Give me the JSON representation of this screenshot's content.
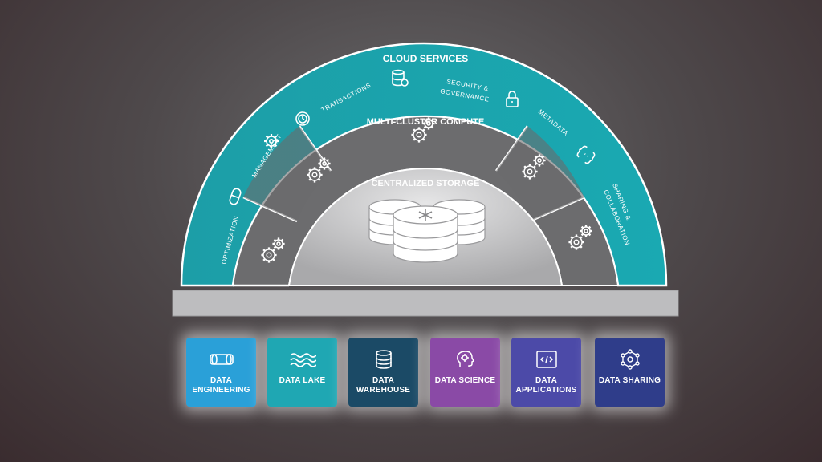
{
  "diagram": {
    "outer_ring_title": "CLOUD SERVICES",
    "outer_ring_items": [
      "OPTIMIZATION",
      "MANAGEMENT",
      "TRANSACTIONS",
      "SECURITY &",
      "GOVERNANCE",
      "METADATA",
      "SHARING &",
      "COLLABORATION"
    ],
    "middle_ring_title": "MULTI-CLUSTER COMPUTE",
    "core_title": "CENTRALIZED STORAGE",
    "colors": {
      "outer_ring": "#1aa3ab",
      "middle_ring": "#6f6f71",
      "core": "#cfcfd0",
      "base_bar": "#bdbdbf"
    }
  },
  "workloads": [
    {
      "label": "DATA\nENGINEERING",
      "icon": "pipe-icon",
      "color": "#2aa0d8"
    },
    {
      "label": "DATA LAKE",
      "icon": "waves-icon",
      "color": "#1fa7b3"
    },
    {
      "label": "DATA\nWAREHOUSE",
      "icon": "database-icon",
      "color": "#1b4a66"
    },
    {
      "label": "DATA SCIENCE",
      "icon": "brain-head-icon",
      "color": "#8a4aa6"
    },
    {
      "label": "DATA\nAPPLICATIONS",
      "icon": "code-window-icon",
      "color": "#4c4aa8"
    },
    {
      "label": "DATA SHARING",
      "icon": "network-hexagon-icon",
      "color": "#2f3d8a"
    }
  ]
}
